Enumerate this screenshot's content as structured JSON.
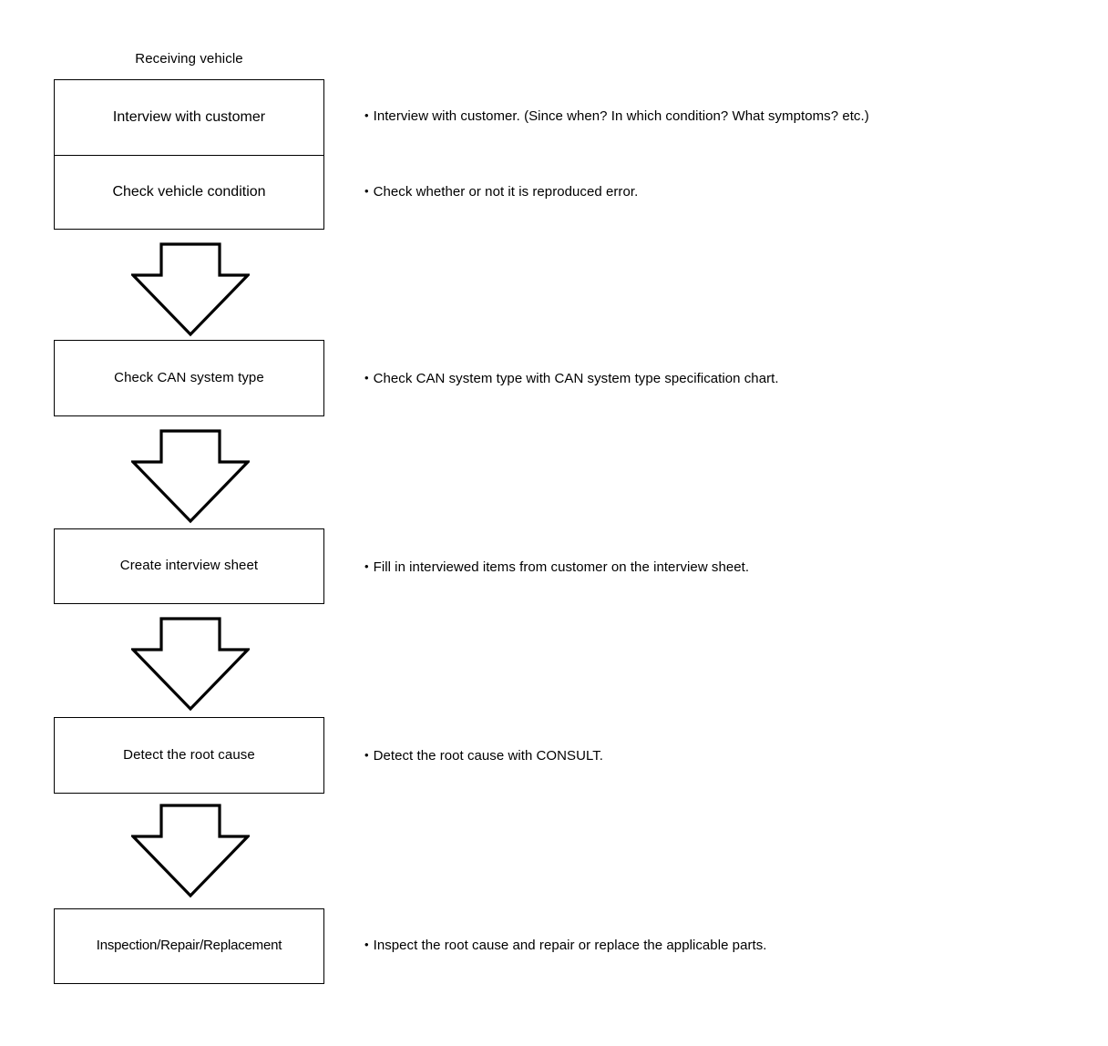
{
  "diagram": {
    "title": "Receiving vehicle",
    "bullet_glyph": "•",
    "colors": {
      "stroke": "#000000",
      "background": "#ffffff",
      "text": "#000000"
    },
    "steps": [
      {
        "id": "interview-with-customer",
        "box_label": "Interview with customer",
        "note": "Interview with customer. (Since when? In which condition? What symptoms? etc.)"
      },
      {
        "id": "check-vehicle-condition",
        "box_label": "Check vehicle condition",
        "note": "Check whether or not it is reproduced error."
      },
      {
        "id": "check-can-system-type",
        "box_label": "Check CAN system type",
        "note": "Check CAN system type with CAN system type specification chart."
      },
      {
        "id": "create-interview-sheet",
        "box_label": "Create interview sheet",
        "note": "Fill in interviewed items from customer on the interview sheet."
      },
      {
        "id": "detect-the-root-cause",
        "box_label": "Detect the root cause",
        "note": "Detect the root cause with CONSULT."
      },
      {
        "id": "inspection-repair-replacement",
        "box_label": "Inspection/Repair/Replacement",
        "note": "Inspect the root cause and repair or replace the applicable parts."
      }
    ],
    "connectors": [
      {
        "id": "arrow-1",
        "icon": "down-block-arrow-icon"
      },
      {
        "id": "arrow-2",
        "icon": "down-block-arrow-icon"
      },
      {
        "id": "arrow-3",
        "icon": "down-block-arrow-icon"
      },
      {
        "id": "arrow-4",
        "icon": "down-block-arrow-icon"
      }
    ]
  }
}
